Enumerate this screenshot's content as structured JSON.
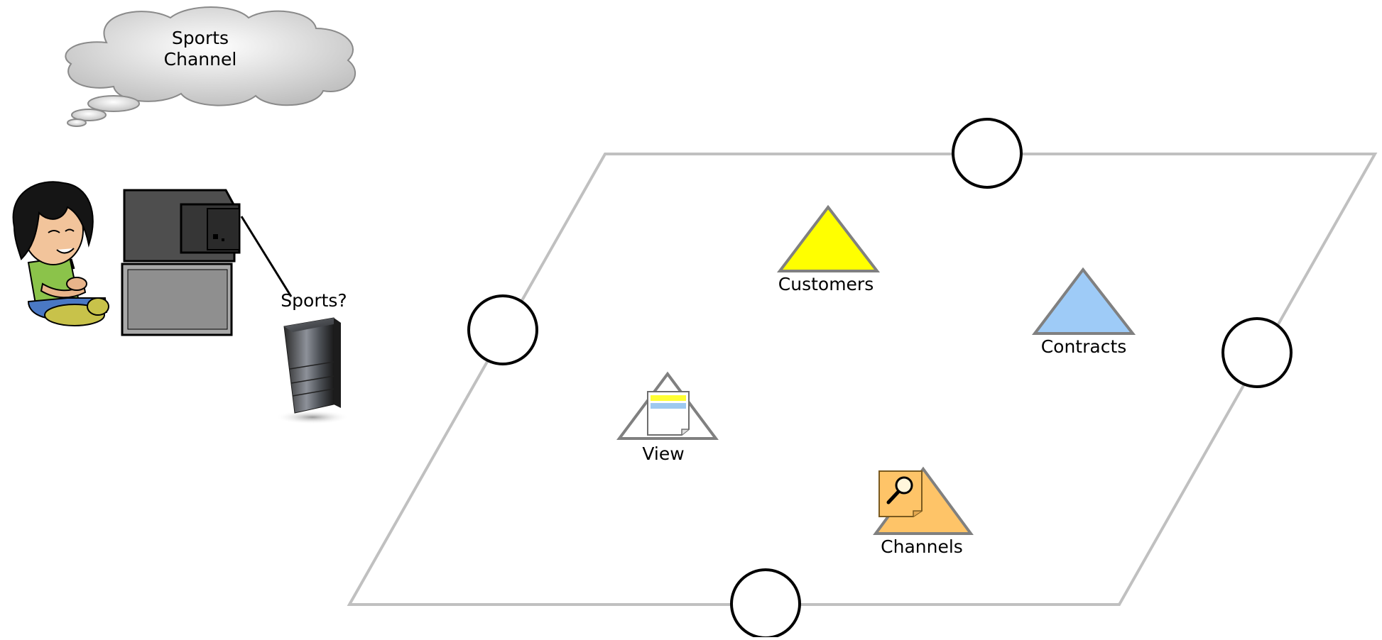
{
  "thought_cloud": {
    "line1": "Sports",
    "line2": "Channel"
  },
  "server_caption": "Sports?",
  "nodes": {
    "customers": {
      "label": "Customers",
      "color": "#ffff00"
    },
    "contracts": {
      "label": "Contracts",
      "color": "#9ecbf7"
    },
    "view": {
      "label": "View",
      "color": "#ffffff"
    },
    "channels": {
      "label": "Channels",
      "color": "#fec468"
    }
  },
  "colors": {
    "plane_border": "#c0c0c0",
    "port_stroke": "#000000",
    "triangle_stroke": "#808080"
  }
}
